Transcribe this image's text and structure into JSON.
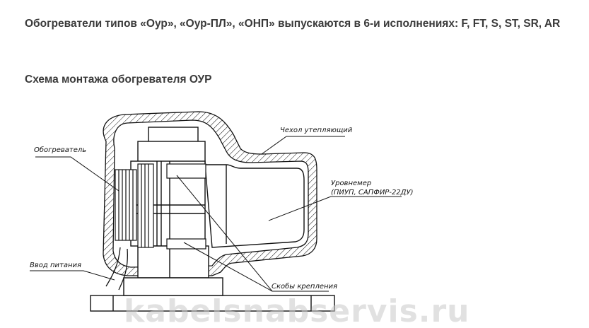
{
  "text": {
    "paragraph": "Обогреватели типов «Оур», «Оур-ПЛ», «ОНП» выпускаются в 6-и исполнениях: F, FT, S, ST, SR, AR",
    "heading": "Схема монтажа обогревателя ОУР"
  },
  "diagram": {
    "labels": {
      "heater": "Обогреватель",
      "cover": "Чехол утепляющий",
      "level_meter_line1": "Уровнемер",
      "level_meter_line2": "(ПИУП, САПФИР-22ДУ)",
      "power_input": "Ввод питания",
      "brackets": "Скобы крепления"
    },
    "watermark": "kabelsnabservis.ru"
  }
}
